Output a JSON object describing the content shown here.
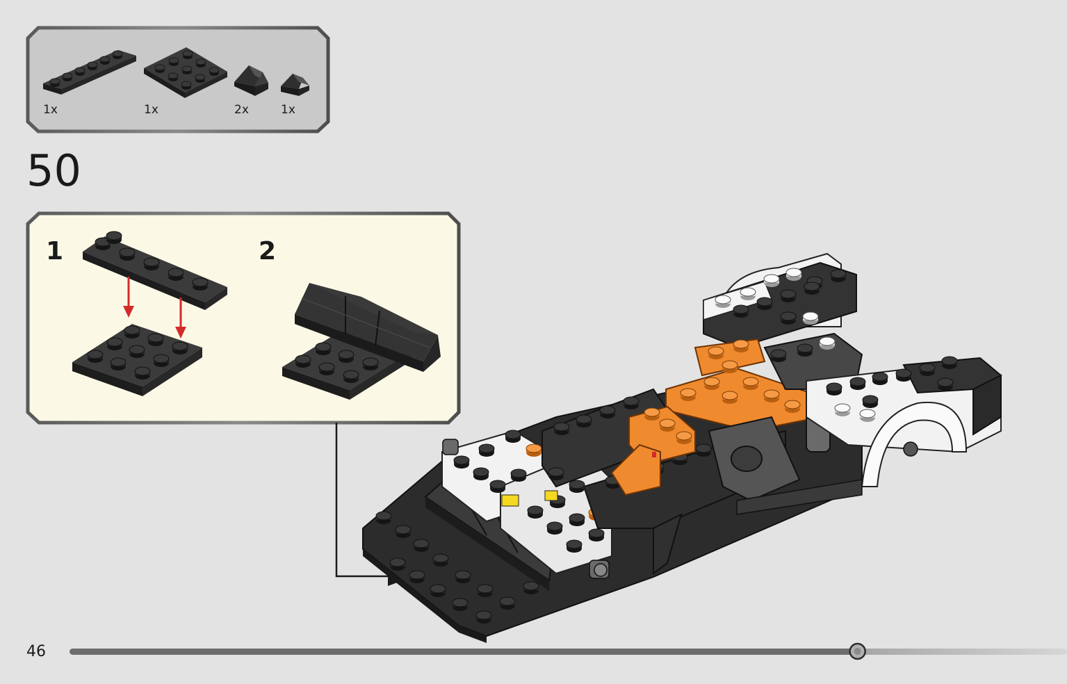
{
  "parts_callout": {
    "items": [
      {
        "part": "plate-1x6-dark-gray",
        "quantity": "1x"
      },
      {
        "part": "plate-3x3-dark-gray",
        "quantity": "1x"
      },
      {
        "part": "slope-2x2-dark-gray",
        "quantity": "2x"
      },
      {
        "part": "slope-1x2-dark-gray",
        "quantity": "1x"
      }
    ]
  },
  "step": {
    "number": "50"
  },
  "sub_assembly": {
    "steps": [
      "1",
      "2"
    ]
  },
  "footer": {
    "page_number": "46",
    "progress": 0.79
  },
  "colors": {
    "background": "#e3e3e3",
    "parts_panel": "#c9c9c9",
    "subassembly_panel": "#fbf9e6",
    "dark_brick": "#2f2f2f",
    "orange_brick": "#f08a2e",
    "white_brick": "#f4f4f4",
    "arrow_red": "#d32b2b"
  }
}
